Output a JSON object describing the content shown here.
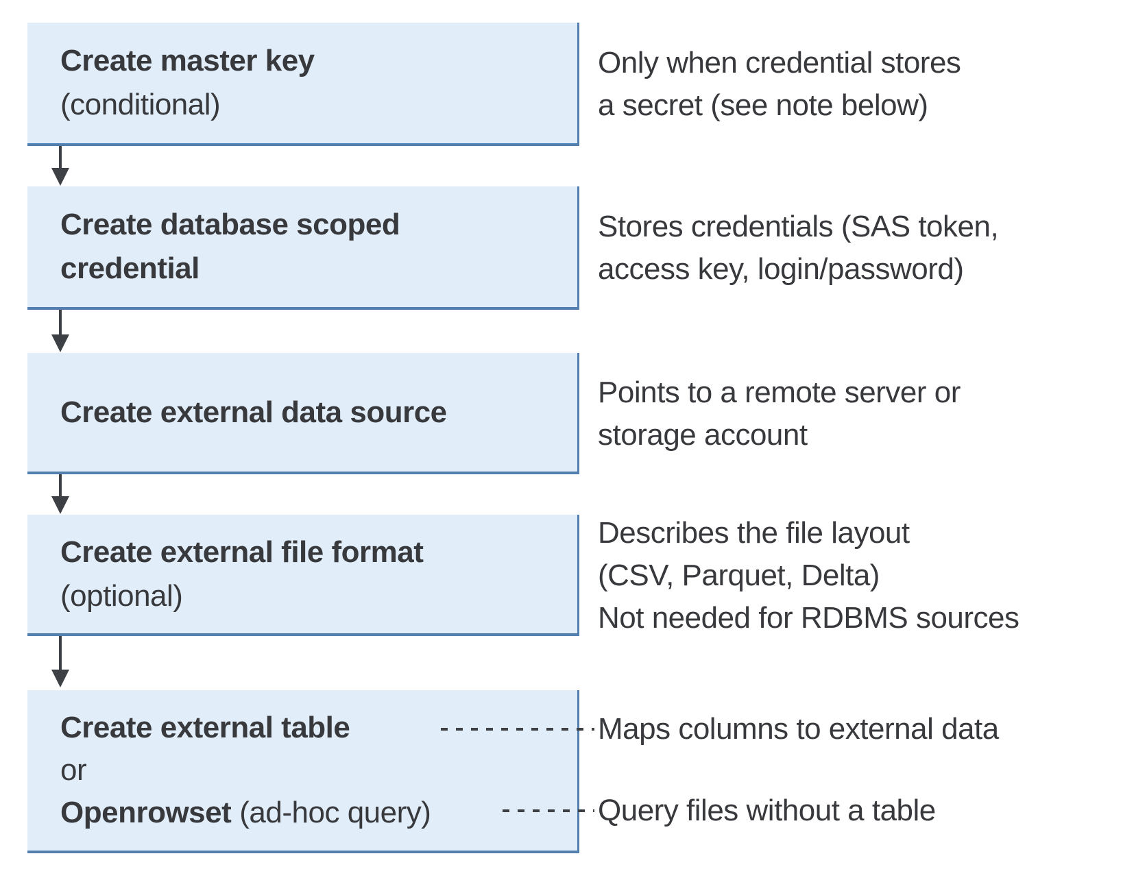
{
  "colors": {
    "box_fill": "#e2edfa",
    "box_border": "#537fae",
    "arrow": "#3d4145",
    "text": "#37393c",
    "page_bg": "#ffffff"
  },
  "steps": [
    {
      "title": "Create master key",
      "qualifier": "(conditional)",
      "description": "Only when credential stores\na secret (see note below)"
    },
    {
      "title": "Create database scoped\ncredential",
      "description": "Stores credentials (SAS token,\naccess key, login/password)"
    },
    {
      "title": "Create external data source",
      "description": "Points to a remote server or\nstorage account"
    },
    {
      "title": "Create external file format",
      "qualifier": "(optional)",
      "description": "Describes the file layout\n(CSV, Parquet, Delta)\nNot needed for RDBMS sources"
    },
    {
      "title": "Create external table",
      "or_label": "or",
      "alt_title": "Openrowset",
      "alt_qualifier": "(ad-hoc query)",
      "description_table": "Maps columns to external data",
      "description_openrowset": "Query files without a table"
    }
  ]
}
